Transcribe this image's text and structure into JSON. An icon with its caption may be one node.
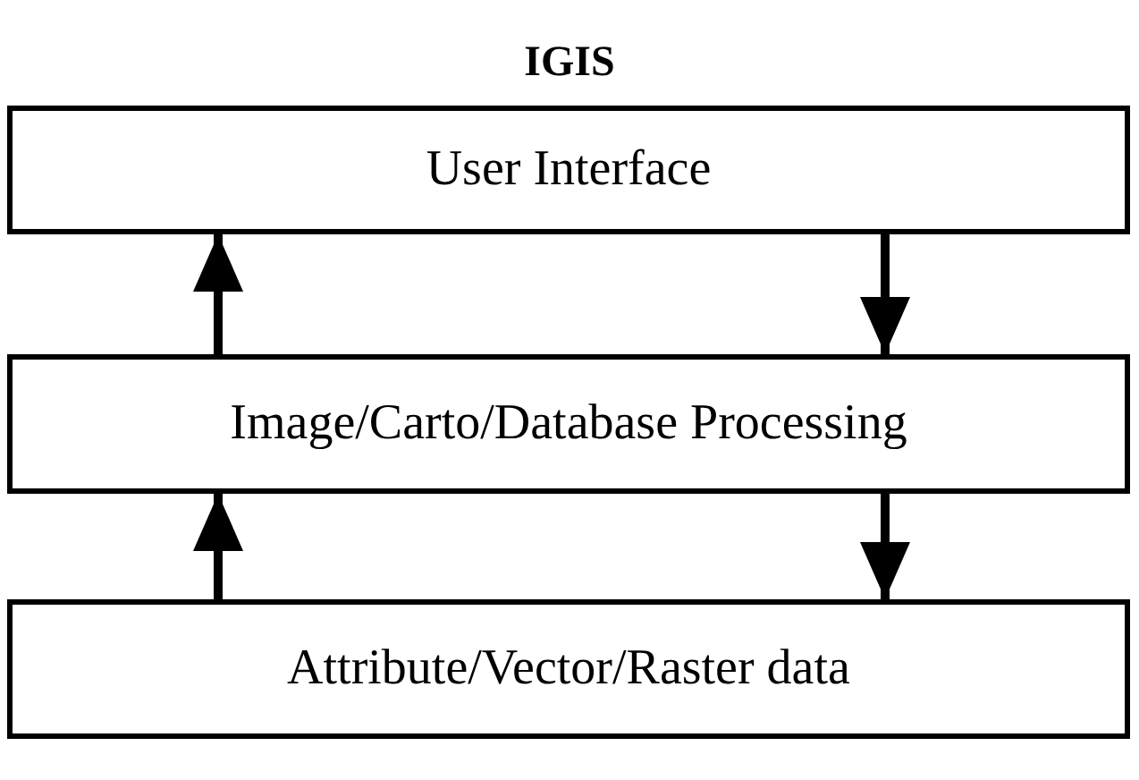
{
  "diagram": {
    "title": "IGIS",
    "nodes": [
      {
        "text": [
          "User Interface"
        ]
      },
      {
        "text": [
          "Image/Carto/Database Processing"
        ]
      },
      {
        "text": [
          "Attribute/Vector/Raster data"
        ]
      }
    ],
    "edges": [
      {
        "from": 1,
        "to": 0,
        "arrow": "to"
      },
      {
        "from": 0,
        "to": 1,
        "arrow": "to"
      },
      {
        "from": 2,
        "to": 1,
        "arrow": "to"
      },
      {
        "from": 1,
        "to": 2,
        "arrow": "to"
      }
    ]
  }
}
